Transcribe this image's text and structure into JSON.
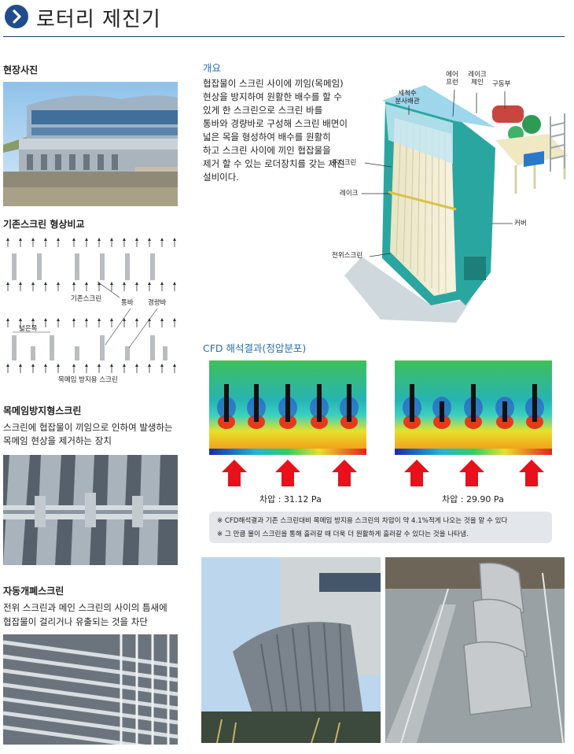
{
  "header": {
    "title": "로터리 제진기"
  },
  "left": {
    "site_photo": {
      "title": "현장사진"
    },
    "comparison": {
      "title": "기존스크린 형상비교",
      "labels": {
        "existing": "기존스크린",
        "flat_bar": "통바",
        "light_bar": "경량바",
        "wide_gap": "넓은목",
        "anti_screen": "목메임 방지용 스크린"
      }
    },
    "anti_clog": {
      "title": "목메임방지형스크린",
      "desc_line1": "스크린에 협잡물이 끼임으로 인하여 발생하는",
      "desc_line2": "목메임 현상을 제거하는 장치"
    },
    "auto_close": {
      "title": "자동개폐스크린",
      "desc_line1": "전위 스크린과 메인 스크린의 사이의 틈새에",
      "desc_line2": "협잡물이 걸리거나 유출되는 것을 차단"
    }
  },
  "overview": {
    "title": "개요",
    "lines": [
      "협잡물이 스크린 사이에 끼임(목메임)",
      "현상을 방지하여 원활한 배수를 할 수",
      "있게 한 스크린으로 스크린 바를",
      "통바와 경량바로 구성해 스크린 배면이",
      "넓은 목을 형성하여 배수를 원활히",
      "하고 스크린 사이에 끼인 협잡물을",
      "제거 할 수 있는 로더장치를 갖는 제진",
      "설비이다."
    ],
    "callouts": {
      "air_line1": "에어",
      "air_line2": "프런",
      "rake_chain_line1": "레이크",
      "rake_chain_line2": "체인",
      "drive": "구동부",
      "wash_line1": "세척수",
      "wash_line2": "분사배관",
      "main_screen": "주스크린",
      "rake": "레이크",
      "cover": "커버",
      "front_screen": "전위스크린"
    }
  },
  "cfd": {
    "title": "CFD 해석결과(정압분포)",
    "left_label": "차압 : 31.12 Pa",
    "right_label": "차압 : 29.90 Pa",
    "notes": [
      "※ CFD해석결과 기존 스크린대비 목메임 방지용 스크린의 차압이 약 4.1%적게 나오는 것을 알 수 있다",
      "※ 그 만큼 물이 스크린을 통해 흘러갈 때 더욱 더 원활하게 흘러갈 수 있다는 것을 나타냄."
    ]
  },
  "colors": {
    "header_icon": "#1f4d8c",
    "section_blue": "#2a6fb0",
    "arrow_red": "#e8101a",
    "machine_teal": "#2aa6a0",
    "note_bg": "#e3e6ea"
  }
}
